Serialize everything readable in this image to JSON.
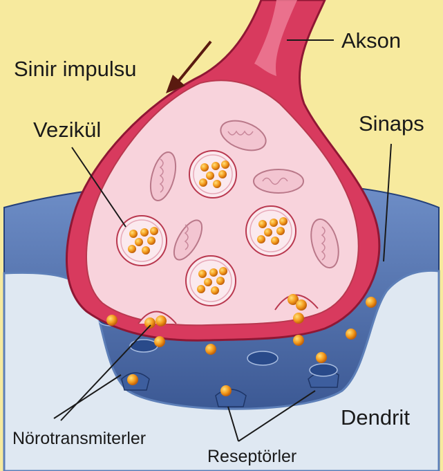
{
  "labels": {
    "akson": "Akson",
    "sinir_impulsu": "Sinir impulsu",
    "vezikul": "Vezikül",
    "sinaps": "Sinaps",
    "dendrit": "Dendrit",
    "norotransmiterler": "Nörotransmiterler",
    "reseptorler": "Reseptörler"
  },
  "colors": {
    "background": "#f7ea9e",
    "axon_outer": "#d83a5e",
    "axon_inner": "#f8d3dc",
    "synaptic_cleft": "#3d5e9e",
    "dendrite": "#dfe8f2",
    "neurotransmitter": "#f39a1c",
    "vesicle": "#fbe9ee"
  },
  "icons": {
    "impulse_arrow": "down-left-arrow-icon"
  }
}
